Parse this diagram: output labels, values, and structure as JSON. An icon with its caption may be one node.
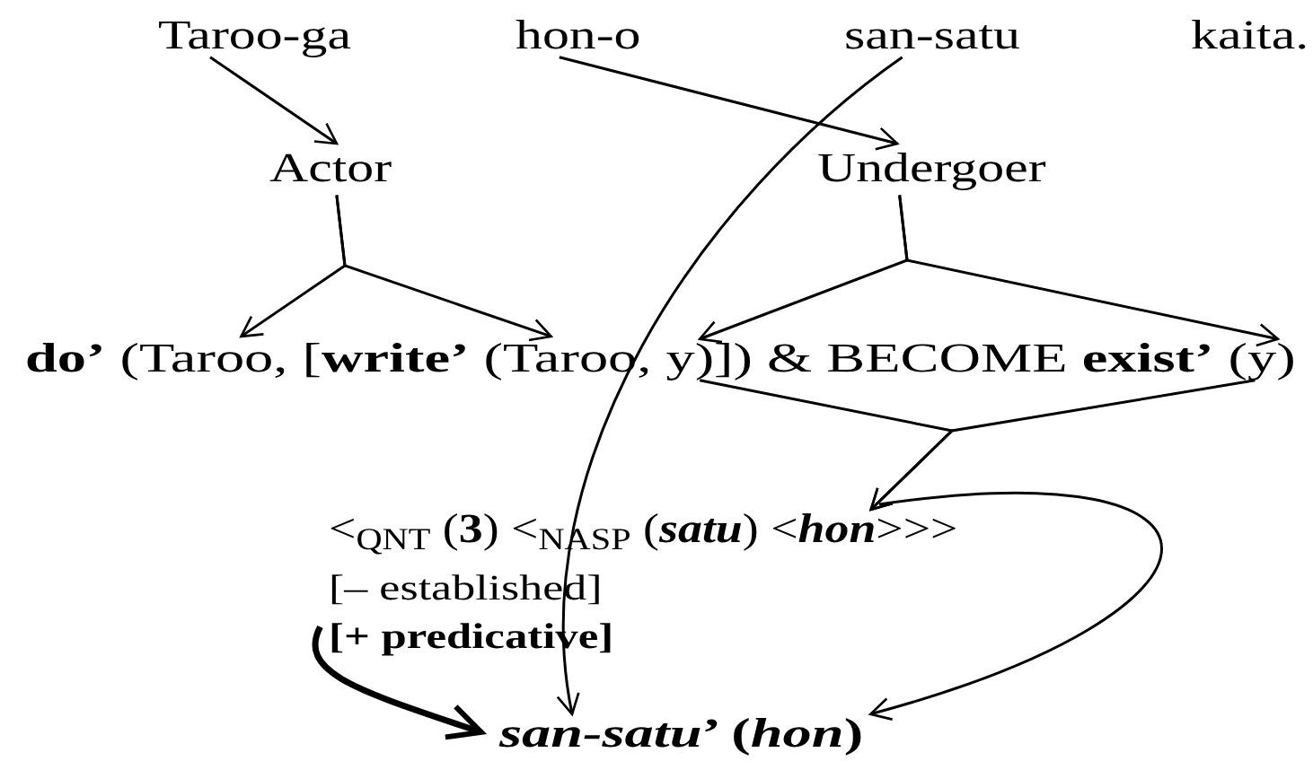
{
  "diagram": {
    "nodes": [
      {
        "text": [
          "Taroo-ga"
        ]
      },
      {
        "text": [
          "hon-o"
        ]
      },
      {
        "text": [
          "san-satu"
        ]
      },
      {
        "text": [
          "kaita."
        ]
      },
      {
        "text": [
          "Actor"
        ]
      },
      {
        "text": [
          "Undergoer"
        ]
      },
      {
        "text": [
          "**do’** (Taroo, [**write’** (Taroo, y)]) & BECOME **exist’** (y)"
        ]
      },
      {
        "text": [
          "<$_{QNT}$ (**3**) <$_{NASP}$ (*satu*) <*hon*>>>"
        ]
      },
      {
        "text": [
          "[– established]"
        ]
      },
      {
        "text": [
          "[+ predicative]"
        ]
      },
      {
        "text": [
          "*san-satu*’ (*hon*)"
        ]
      }
    ],
    "edges": [
      {
        "from": 0,
        "to": 4,
        "arrow": "to"
      },
      {
        "from": 1,
        "to": 5,
        "arrow": "to"
      },
      {
        "from": 2,
        "to": 10,
        "arrow": "to"
      },
      {
        "from": 4,
        "to": 6,
        "arrow": "to"
      },
      {
        "from": 4,
        "to": 6,
        "arrow": "to"
      },
      {
        "from": 5,
        "to": 6,
        "arrow": "to"
      },
      {
        "from": 5,
        "to": 6,
        "arrow": "to"
      },
      {
        "from": 6,
        "to": 7,
        "arrow": "to"
      },
      {
        "from": 6,
        "to": 7,
        "arrow": "to"
      },
      {
        "from": 7,
        "to": 10,
        "arrow": "to"
      },
      {
        "from": 9,
        "to": 10,
        "arrow": "to",
        "style": "thick"
      }
    ]
  }
}
